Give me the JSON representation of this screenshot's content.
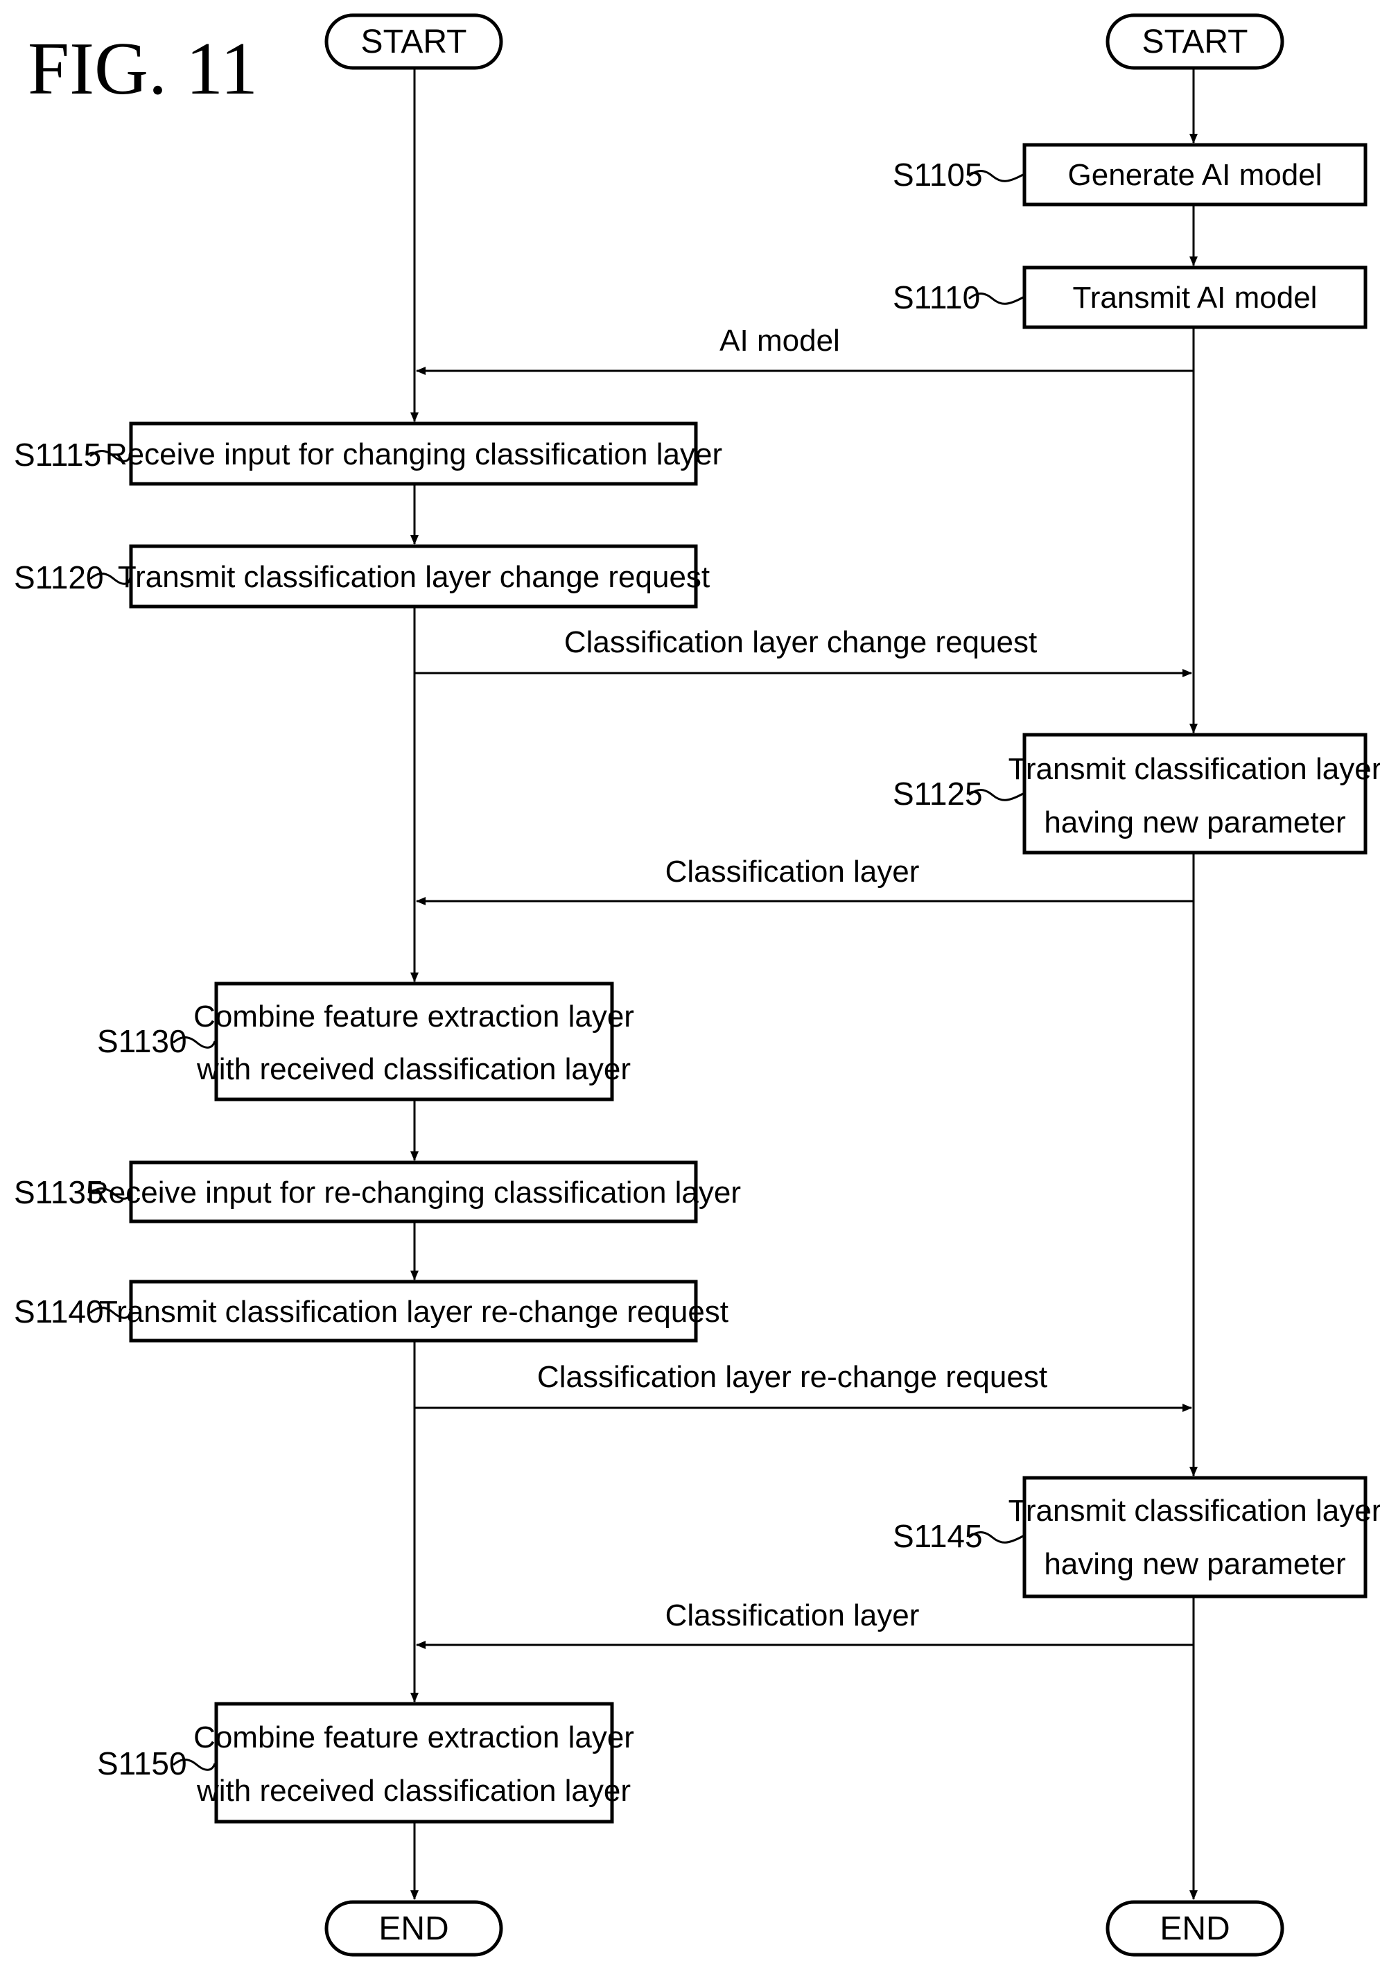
{
  "figure_title": "FIG. 11",
  "terminals": {
    "left_start": "START",
    "right_start": "START",
    "left_end": "END",
    "right_end": "END"
  },
  "steps": {
    "s1105": {
      "id": "S1105",
      "lines": [
        "Generate AI model"
      ]
    },
    "s1110": {
      "id": "S1110",
      "lines": [
        "Transmit AI model"
      ]
    },
    "s1115": {
      "id": "S1115",
      "lines": [
        "Receive input for changing classification layer"
      ]
    },
    "s1120": {
      "id": "S1120",
      "lines": [
        "Transmit classification layer change request"
      ]
    },
    "s1125": {
      "id": "S1125",
      "lines": [
        "Transmit classification layer",
        "having new parameter"
      ]
    },
    "s1130": {
      "id": "S1130",
      "lines": [
        "Combine feature extraction layer",
        "with received classification layer"
      ]
    },
    "s1135": {
      "id": "S1135",
      "lines": [
        "Receive input for re-changing classification layer"
      ]
    },
    "s1140": {
      "id": "S1140",
      "lines": [
        "Transmit classification layer re-change request"
      ]
    },
    "s1145": {
      "id": "S1145",
      "lines": [
        "Transmit classification layer",
        "having new parameter"
      ]
    },
    "s1150": {
      "id": "S1150",
      "lines": [
        "Combine feature extraction layer",
        "with received classification layer"
      ]
    }
  },
  "messages": {
    "ai_model": "AI model",
    "change_request": "Classification layer change request",
    "classification_layer_1": "Classification layer",
    "rechange_request": "Classification layer re-change request",
    "classification_layer_2": "Classification layer"
  }
}
